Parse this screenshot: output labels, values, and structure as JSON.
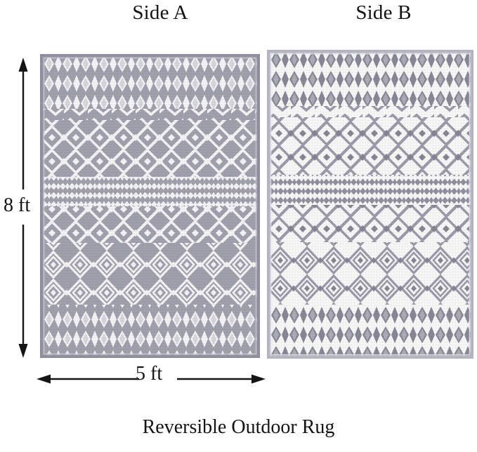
{
  "page": {
    "background_color": "#ffffff",
    "caption": "Reversible Outdoor Rug",
    "text_color": "#141414"
  },
  "labels": {
    "side_a": "Side A",
    "side_b": "Side B"
  },
  "dimensions": {
    "height_label": "8 ft",
    "width_label": "5 ft",
    "height_value": 8,
    "width_value": 5,
    "unit": "ft"
  },
  "rugs": [
    {
      "id": "side-a",
      "title": "Side A",
      "base_color": "#9a9aa8",
      "pattern_color": "#f4f4f6",
      "border_color": "#8a8a99",
      "description": "Gray background with white geometric diamond and lattice motifs"
    },
    {
      "id": "side-b",
      "title": "Side B",
      "base_color": "#f7f7f8",
      "pattern_color": "#8f8fa0",
      "border_color": "#b9b9c4",
      "description": "White background with gray geometric diamond and lattice motifs"
    }
  ],
  "pattern_bands": [
    {
      "name": "ogee-diamond-band",
      "start_pct": 0.0,
      "end_pct": 0.175
    },
    {
      "name": "zigzag-separator",
      "start_pct": 0.175,
      "end_pct": 0.205
    },
    {
      "name": "lattice-diamond-band",
      "start_pct": 0.205,
      "end_pct": 0.405
    },
    {
      "name": "dotted-grid-band",
      "start_pct": 0.405,
      "end_pct": 0.5
    },
    {
      "name": "lattice-diamond-band-2",
      "start_pct": 0.5,
      "end_pct": 0.62
    },
    {
      "name": "nested-diamond-band",
      "start_pct": 0.62,
      "end_pct": 0.825
    },
    {
      "name": "ogee-diamond-band-2",
      "start_pct": 0.825,
      "end_pct": 1.0
    }
  ],
  "colors": {
    "gray": "#9a9aa8",
    "white": "#f4f4f6",
    "ink": "#141414"
  }
}
